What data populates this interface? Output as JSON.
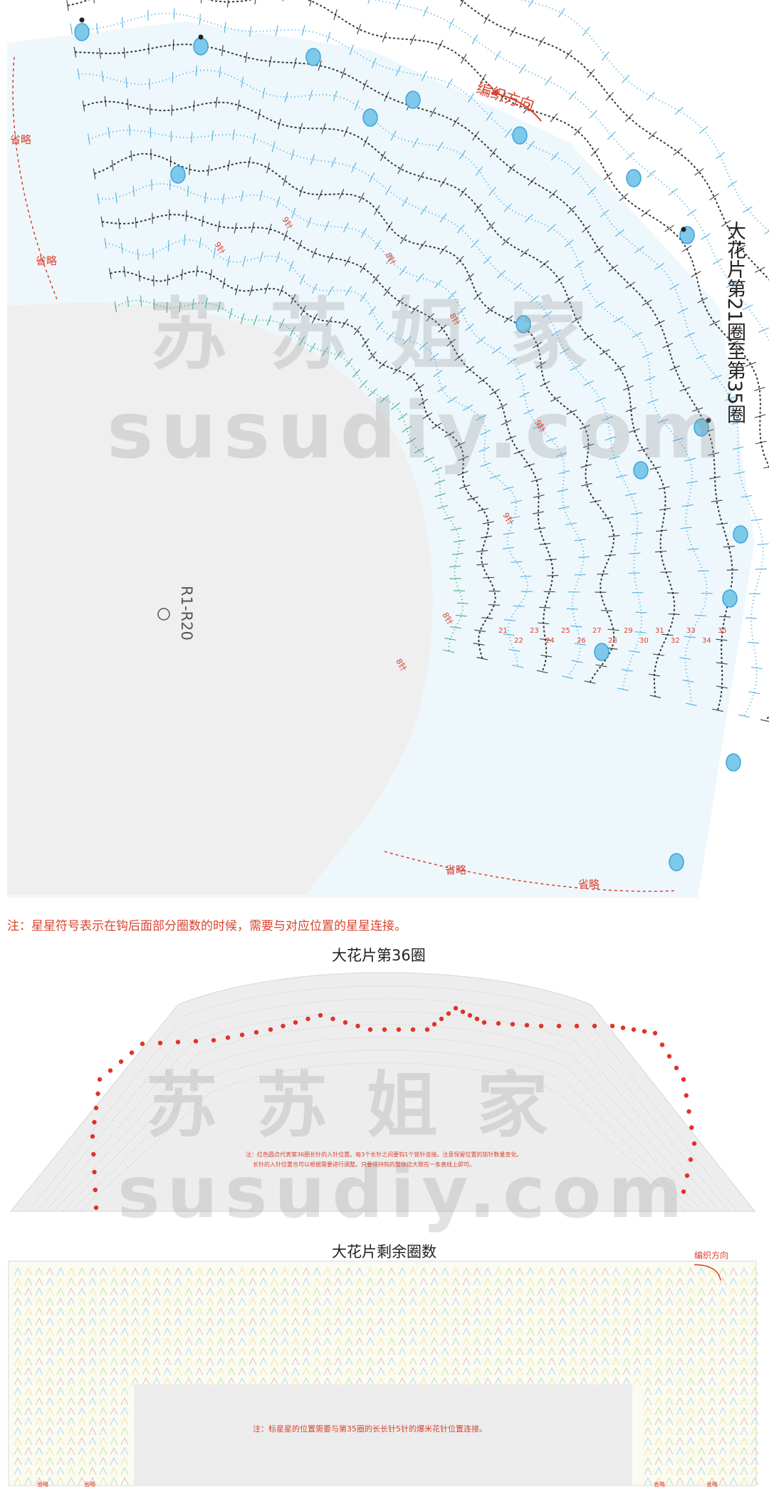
{
  "section1": {
    "title": "大花片第21圈至第35圈",
    "direction_label": "编织方向",
    "omit_label": "省略",
    "center_label": "R1-R20",
    "stitch_counts": [
      "9针",
      "8针",
      "9针",
      "8针",
      "9针",
      "9针",
      "8针",
      "8针"
    ],
    "round_numbers": [
      "21",
      "22",
      "23",
      "24",
      "25",
      "26",
      "27",
      "28",
      "29",
      "30",
      "31",
      "32",
      "33",
      "34",
      "35"
    ]
  },
  "note_star": "注：星星符号表示在钩后面部分圈数的时候，需要与对应位置的星星连接。",
  "section2": {
    "title": "大花片第36圈",
    "note_line1": "注：红色圆点代表第36圈长针的入针位置。每3个长针之间要钩1个锁针连接。注意保留位置的锁针数量变化。",
    "note_line2": "长针的入针位置也可以根据需要进行调整。只要保持钩的整体边大致在一条直线上即可。"
  },
  "section3": {
    "title": "大花片剩余圈数",
    "direction_label": "编织方向",
    "note": "注：标星星的位置需要与第35圈的长长针5针的爆米花针位置连接。",
    "omit_label": "省略"
  },
  "watermark": {
    "cn": "苏 苏 姐 家",
    "en": "susudiy.com"
  },
  "colors": {
    "blue": "#3aa6dc",
    "black": "#222222",
    "green": "#2fa86a",
    "red": "#d9432f",
    "gray": "#c8c8c8"
  }
}
